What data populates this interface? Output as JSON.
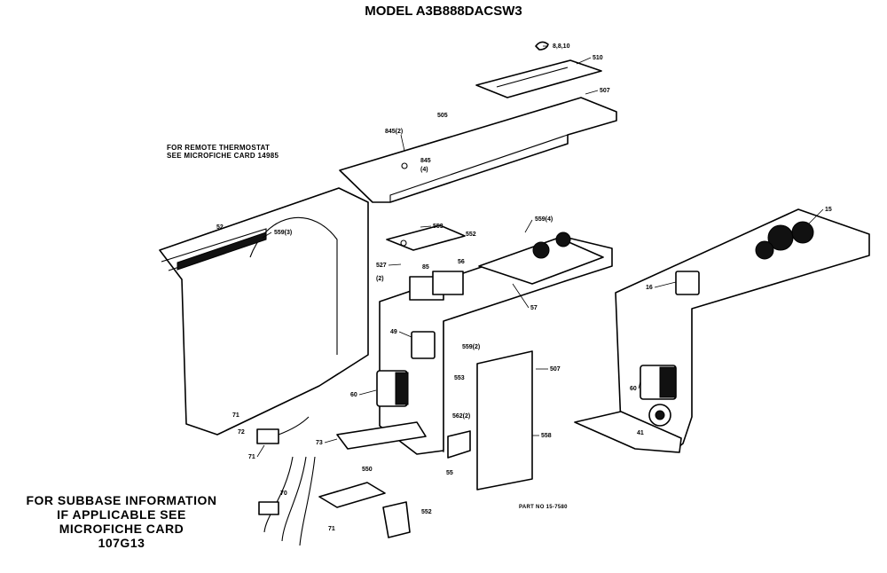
{
  "title": "MODEL A3B888DACSW3",
  "notes": {
    "remote_thermostat": [
      "FOR REMOTE THERMOSTAT",
      "SEE MICROFICHE CARD 14985"
    ],
    "subbase": [
      "FOR SUBBASE INFORMATION",
      "IF APPLICABLE SEE",
      "MICROFICHE CARD",
      "107G13"
    ],
    "part_no": "PART NO 15-7580"
  },
  "callouts": [
    {
      "id": "c-8a",
      "text": "8,8,10"
    },
    {
      "id": "c-510",
      "text": "510"
    },
    {
      "id": "c-507a",
      "text": "507"
    },
    {
      "id": "c-505",
      "text": "505"
    },
    {
      "id": "c-845a",
      "text": "845(2)"
    },
    {
      "id": "c-845b",
      "text": "845"
    },
    {
      "id": "c-845c",
      "text": "(4)"
    },
    {
      "id": "c-52",
      "text": "52"
    },
    {
      "id": "c-559",
      "text": "559(3)"
    },
    {
      "id": "c-553",
      "text": "553"
    },
    {
      "id": "c-552",
      "text": "552"
    },
    {
      "id": "c-559b",
      "text": "559(4)"
    },
    {
      "id": "c-527",
      "text": "527"
    },
    {
      "id": "c-527b",
      "text": "(2)"
    },
    {
      "id": "c-85",
      "text": "85"
    },
    {
      "id": "c-56",
      "text": "56"
    },
    {
      "id": "c-57",
      "text": "57"
    },
    {
      "id": "c-49",
      "text": "49"
    },
    {
      "id": "c-559c",
      "text": "559(2)"
    },
    {
      "id": "c-507b",
      "text": "507"
    },
    {
      "id": "c-553b",
      "text": "553"
    },
    {
      "id": "c-60",
      "text": "60"
    },
    {
      "id": "c-562",
      "text": "562(2)"
    },
    {
      "id": "c-71a",
      "text": "71"
    },
    {
      "id": "c-72",
      "text": "72"
    },
    {
      "id": "c-71b",
      "text": "71"
    },
    {
      "id": "c-73",
      "text": "73"
    },
    {
      "id": "c-55",
      "text": "55"
    },
    {
      "id": "c-558",
      "text": "558"
    },
    {
      "id": "c-70",
      "text": "70"
    },
    {
      "id": "c-550",
      "text": "550"
    },
    {
      "id": "c-71c",
      "text": "71"
    },
    {
      "id": "c-552b",
      "text": "552"
    },
    {
      "id": "c-15",
      "text": "15"
    },
    {
      "id": "c-16",
      "text": "16"
    },
    {
      "id": "c-60b",
      "text": "60"
    },
    {
      "id": "c-41",
      "text": "41"
    }
  ]
}
